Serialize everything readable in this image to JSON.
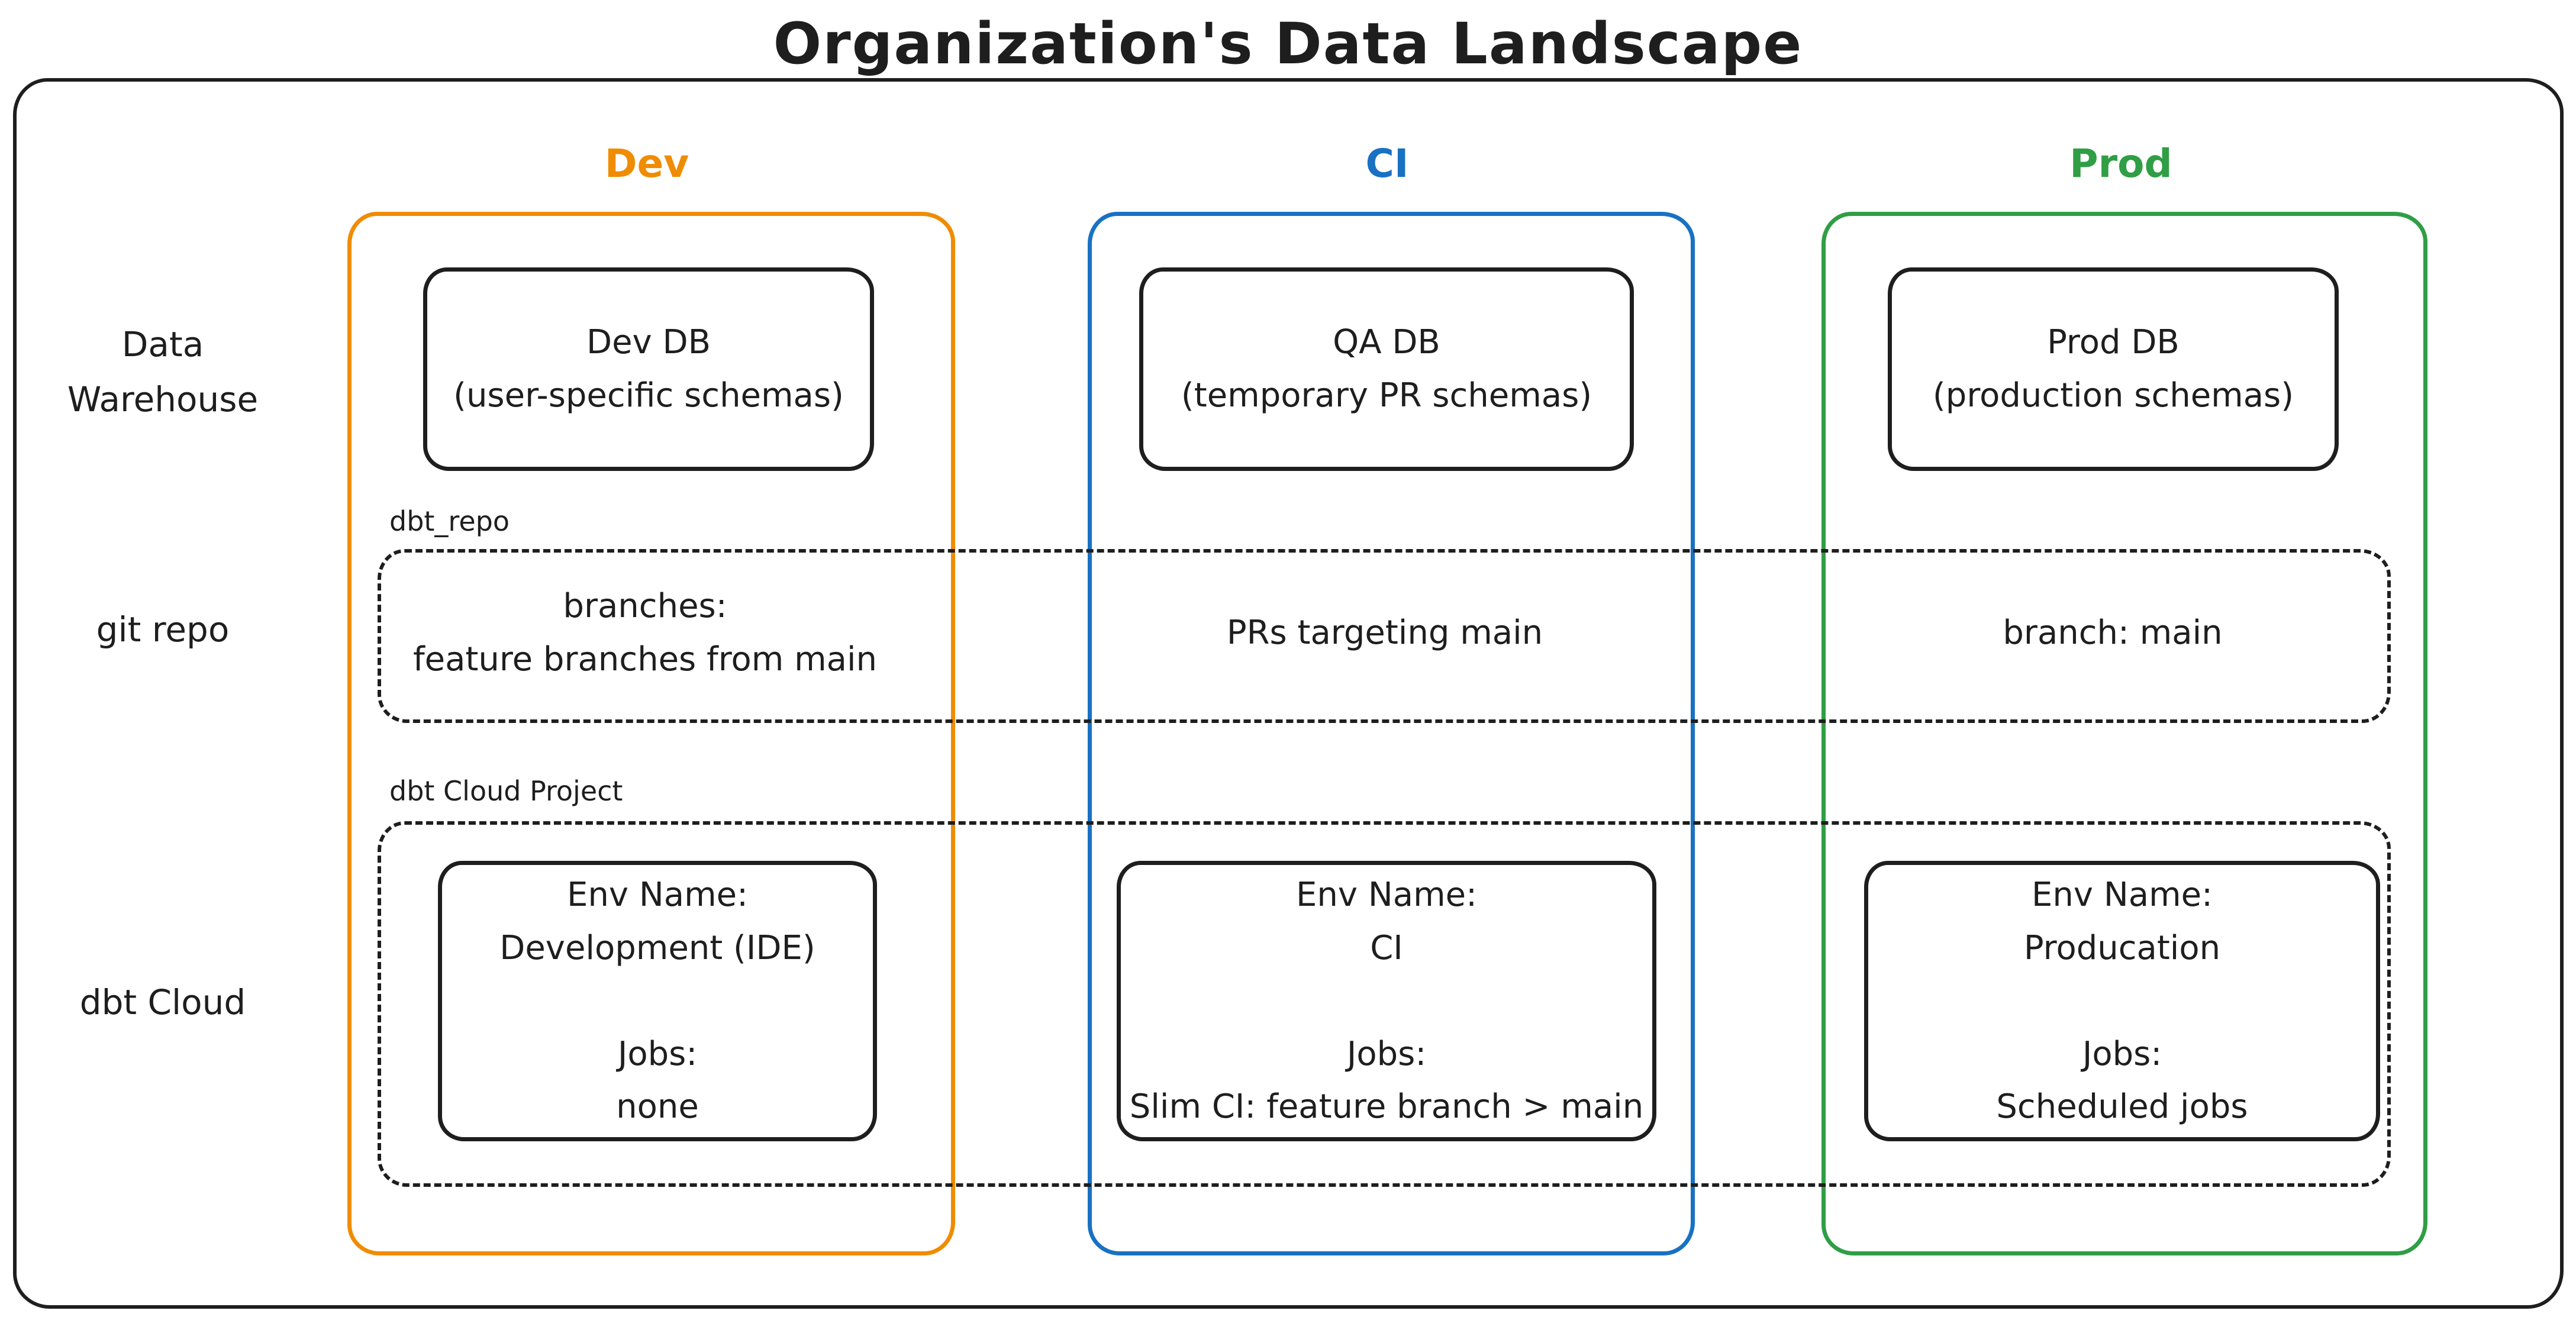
{
  "title": "Organization's Data Landscape",
  "colors": {
    "dev_accent": "#f08c00",
    "ci_accent": "#1971c2",
    "prod_accent": "#2f9e44",
    "ink": "#1e1e1e"
  },
  "columns": {
    "dev": {
      "label": "Dev"
    },
    "ci": {
      "label": "CI"
    },
    "prod": {
      "label": "Prod"
    }
  },
  "row_labels": {
    "warehouse": {
      "line1": "Data",
      "line2": "Warehouse"
    },
    "git": "git repo",
    "dbt": "dbt Cloud"
  },
  "warehouse_row": {
    "dev": {
      "line1": "Dev DB",
      "line2": "(user-specific schemas)"
    },
    "ci": {
      "line1": "QA DB",
      "line2": "(temporary PR schemas)"
    },
    "prod": {
      "line1": "Prod DB",
      "line2": "(production schemas)"
    }
  },
  "git_row": {
    "container_label": "dbt_repo",
    "dev": {
      "line1": "branches:",
      "line2": "feature branches from main"
    },
    "ci": {
      "line1": "PRs targeting main"
    },
    "prod": {
      "line1": "branch: main"
    }
  },
  "dbt_row": {
    "container_label": "dbt Cloud Project",
    "dev": {
      "env_label": "Env Name:",
      "env_value": "Development (IDE)",
      "jobs_label": "Jobs:",
      "jobs_value": "none"
    },
    "ci": {
      "env_label": "Env Name:",
      "env_value": "CI",
      "jobs_label": "Jobs:",
      "jobs_value": "Slim CI: feature branch > main"
    },
    "prod": {
      "env_label": "Env Name:",
      "env_value": "Producation",
      "jobs_label": "Jobs:",
      "jobs_value": "Scheduled jobs"
    }
  }
}
